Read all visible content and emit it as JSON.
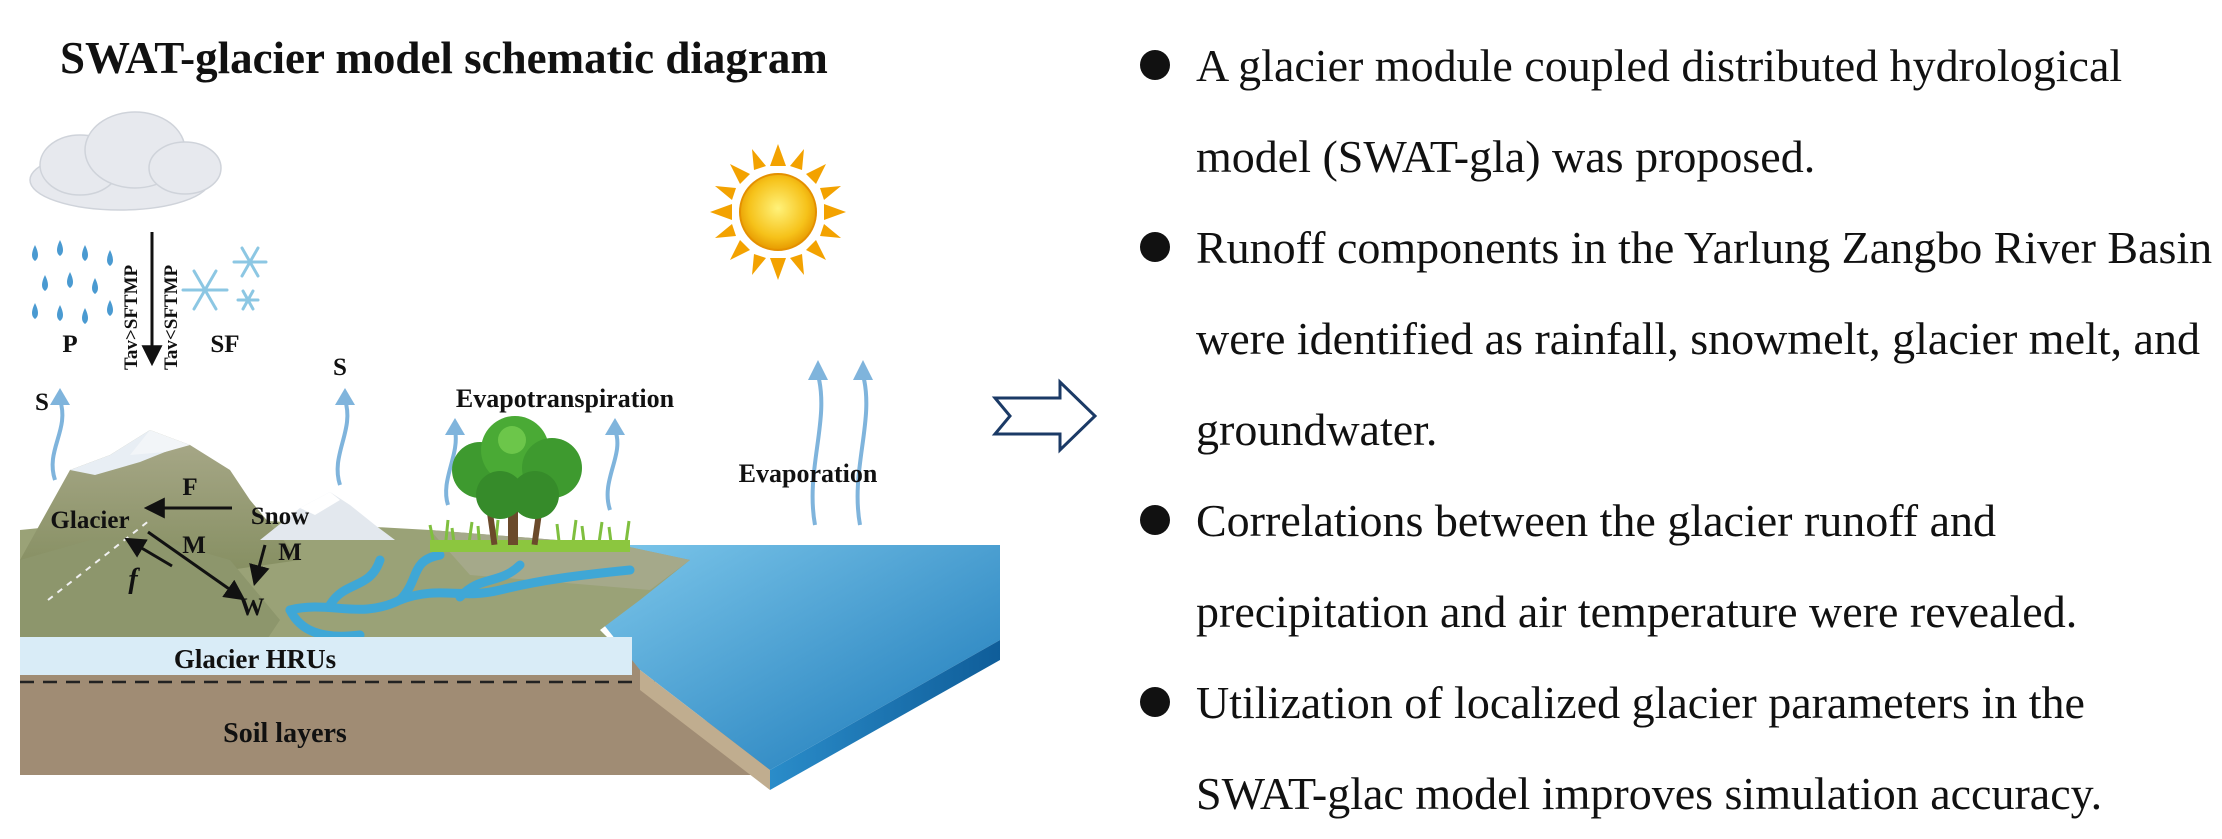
{
  "title": "SWAT-glacier model schematic diagram",
  "labels": {
    "precip": "P",
    "snowfall": "SF",
    "tav_gt": "Tav>SFTMP",
    "tav_lt": "Tav<SFTMP",
    "sublimation_left": "S",
    "sublimation_right": "S",
    "evapotranspiration": "Evapotranspiration",
    "evaporation": "Evaporation",
    "glacier": "Glacier",
    "snow": "Snow",
    "flow_f": "F",
    "melt_glacier": "M",
    "melt_snow": "M",
    "refreeze": "f",
    "water": "W",
    "glacier_hrus": "Glacier HRUs",
    "soil_layers": "Soil layers"
  },
  "bullets": [
    "A glacier module coupled distributed hydrological model (SWAT-gla) was proposed.",
    "Runoff components in the Yarlung Zangbo River Basin were identified as rainfall, snowmelt, glacier melt, and groundwater.",
    "Correlations between the glacier runoff and precipitation and air temperature were revealed.",
    "Utilization of localized glacier parameters in the SWAT-glac model improves simulation accuracy."
  ],
  "colors": {
    "water": "#3fa7d6",
    "arrow_blue": "#7fb4dc",
    "terrain": "#9aa277",
    "soil": "#a08c74",
    "glacier_band": "#d9ecf7",
    "sun": "#f5b400",
    "arrow_outline": "#1b3a66"
  },
  "icons": [
    "cloud-icon",
    "raindrops-icon",
    "snowflake-icon",
    "sun-icon",
    "tree-icon",
    "hollow-right-arrow-icon"
  ]
}
